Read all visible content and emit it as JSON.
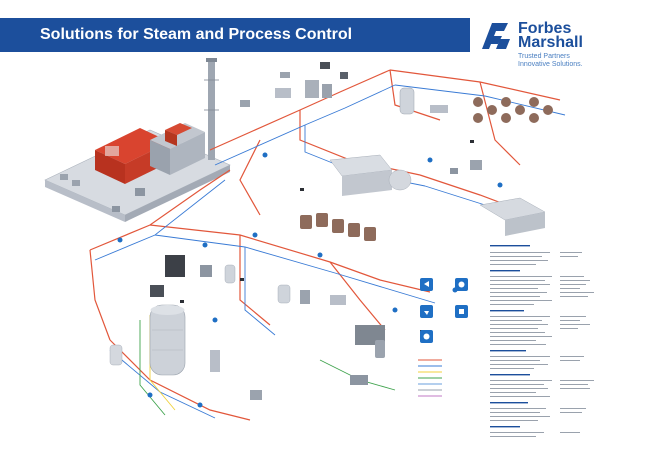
{
  "header": {
    "title": "Solutions for Steam and Process Control",
    "banner_color": "#1c4f9c"
  },
  "logo": {
    "brand_line1": "Forbes",
    "brand_line2": "Marshall",
    "tagline_line1": "Trusted Partners",
    "tagline_line2": "Innovative Solutions.",
    "mark_icon": "forbes-marshall-logo-mark",
    "brand_color": "#1c4f9c",
    "tagline_color": "#4a7fc1"
  },
  "colors": {
    "steam_pipe": "#e2573b",
    "condensate_pipe": "#3a7bd5",
    "process_pipe": "#6a9fdc",
    "water_pipe": "#f0d23c",
    "green_line": "#3fa34d",
    "equipment_grey": "#c9ced6",
    "icon_blue": "#1f6fc4"
  },
  "icons": [
    "boiler-icon",
    "chimney-icon",
    "pressure-vessel-icon",
    "heat-exchanger-icon",
    "valve-icon",
    "steam-trap-icon",
    "pump-icon",
    "tank-icon",
    "controller-icon"
  ]
}
